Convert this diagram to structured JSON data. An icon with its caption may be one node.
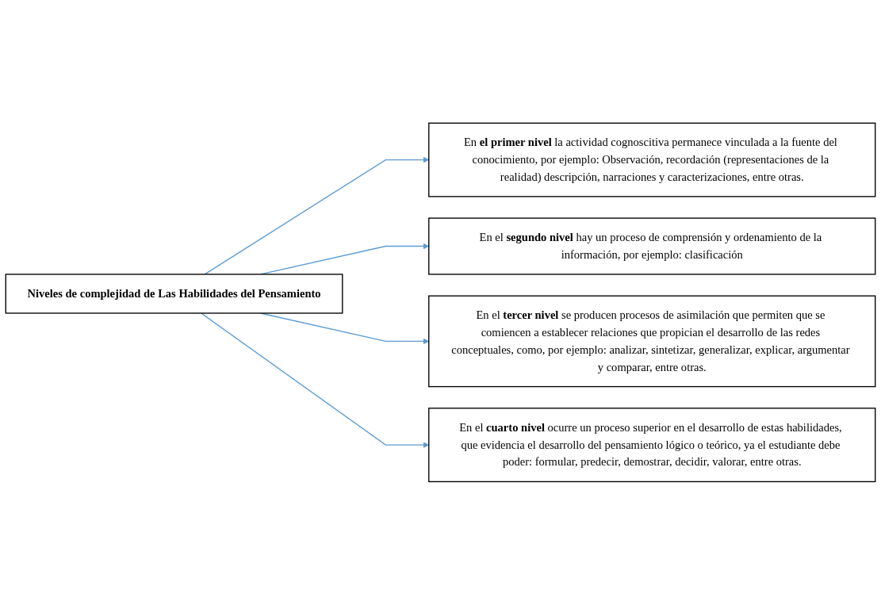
{
  "diagram": {
    "nodes": [
      {
        "text": [
          "Niveles de complejidad de Las Habilidades del Pensamiento"
        ]
      },
      {
        "text": [
          "En **el primer nivel** la actividad cognoscitiva permanece vinculada a la fuente del conocimiento, por ejemplo: Observación, recordación (representaciones de la realidad) descripción, narraciones y caracterizaciones, entre otras."
        ]
      },
      {
        "text": [
          "En el **segundo nivel** hay un proceso de comprensión y ordenamiento de la información, por ejemplo: clasificación"
        ]
      },
      {
        "text": [
          "En el **tercer nivel** se producen procesos de asimilación que permiten que se comiencen a establecer relaciones que propician el desarrollo de las redes conceptuales, como, por ejemplo: analizar, sintetizar, generalizar, explicar, argumentar y comparar, entre otras."
        ]
      },
      {
        "text": [
          "En el **cuarto nivel** ocurre un proceso superior en el desarrollo de estas habilidades, que evidencia el desarrollo del pensamiento lógico o teórico, ya el estudiante debe poder: formular, predecir, demostrar, decidir, valorar, entre otras."
        ]
      }
    ],
    "edges": [
      {
        "from": 0,
        "to": 1,
        "arrow": "to"
      },
      {
        "from": 0,
        "to": 2,
        "arrow": "to"
      },
      {
        "from": 0,
        "to": 3,
        "arrow": "to"
      },
      {
        "from": 0,
        "to": 4,
        "arrow": "to"
      }
    ]
  }
}
